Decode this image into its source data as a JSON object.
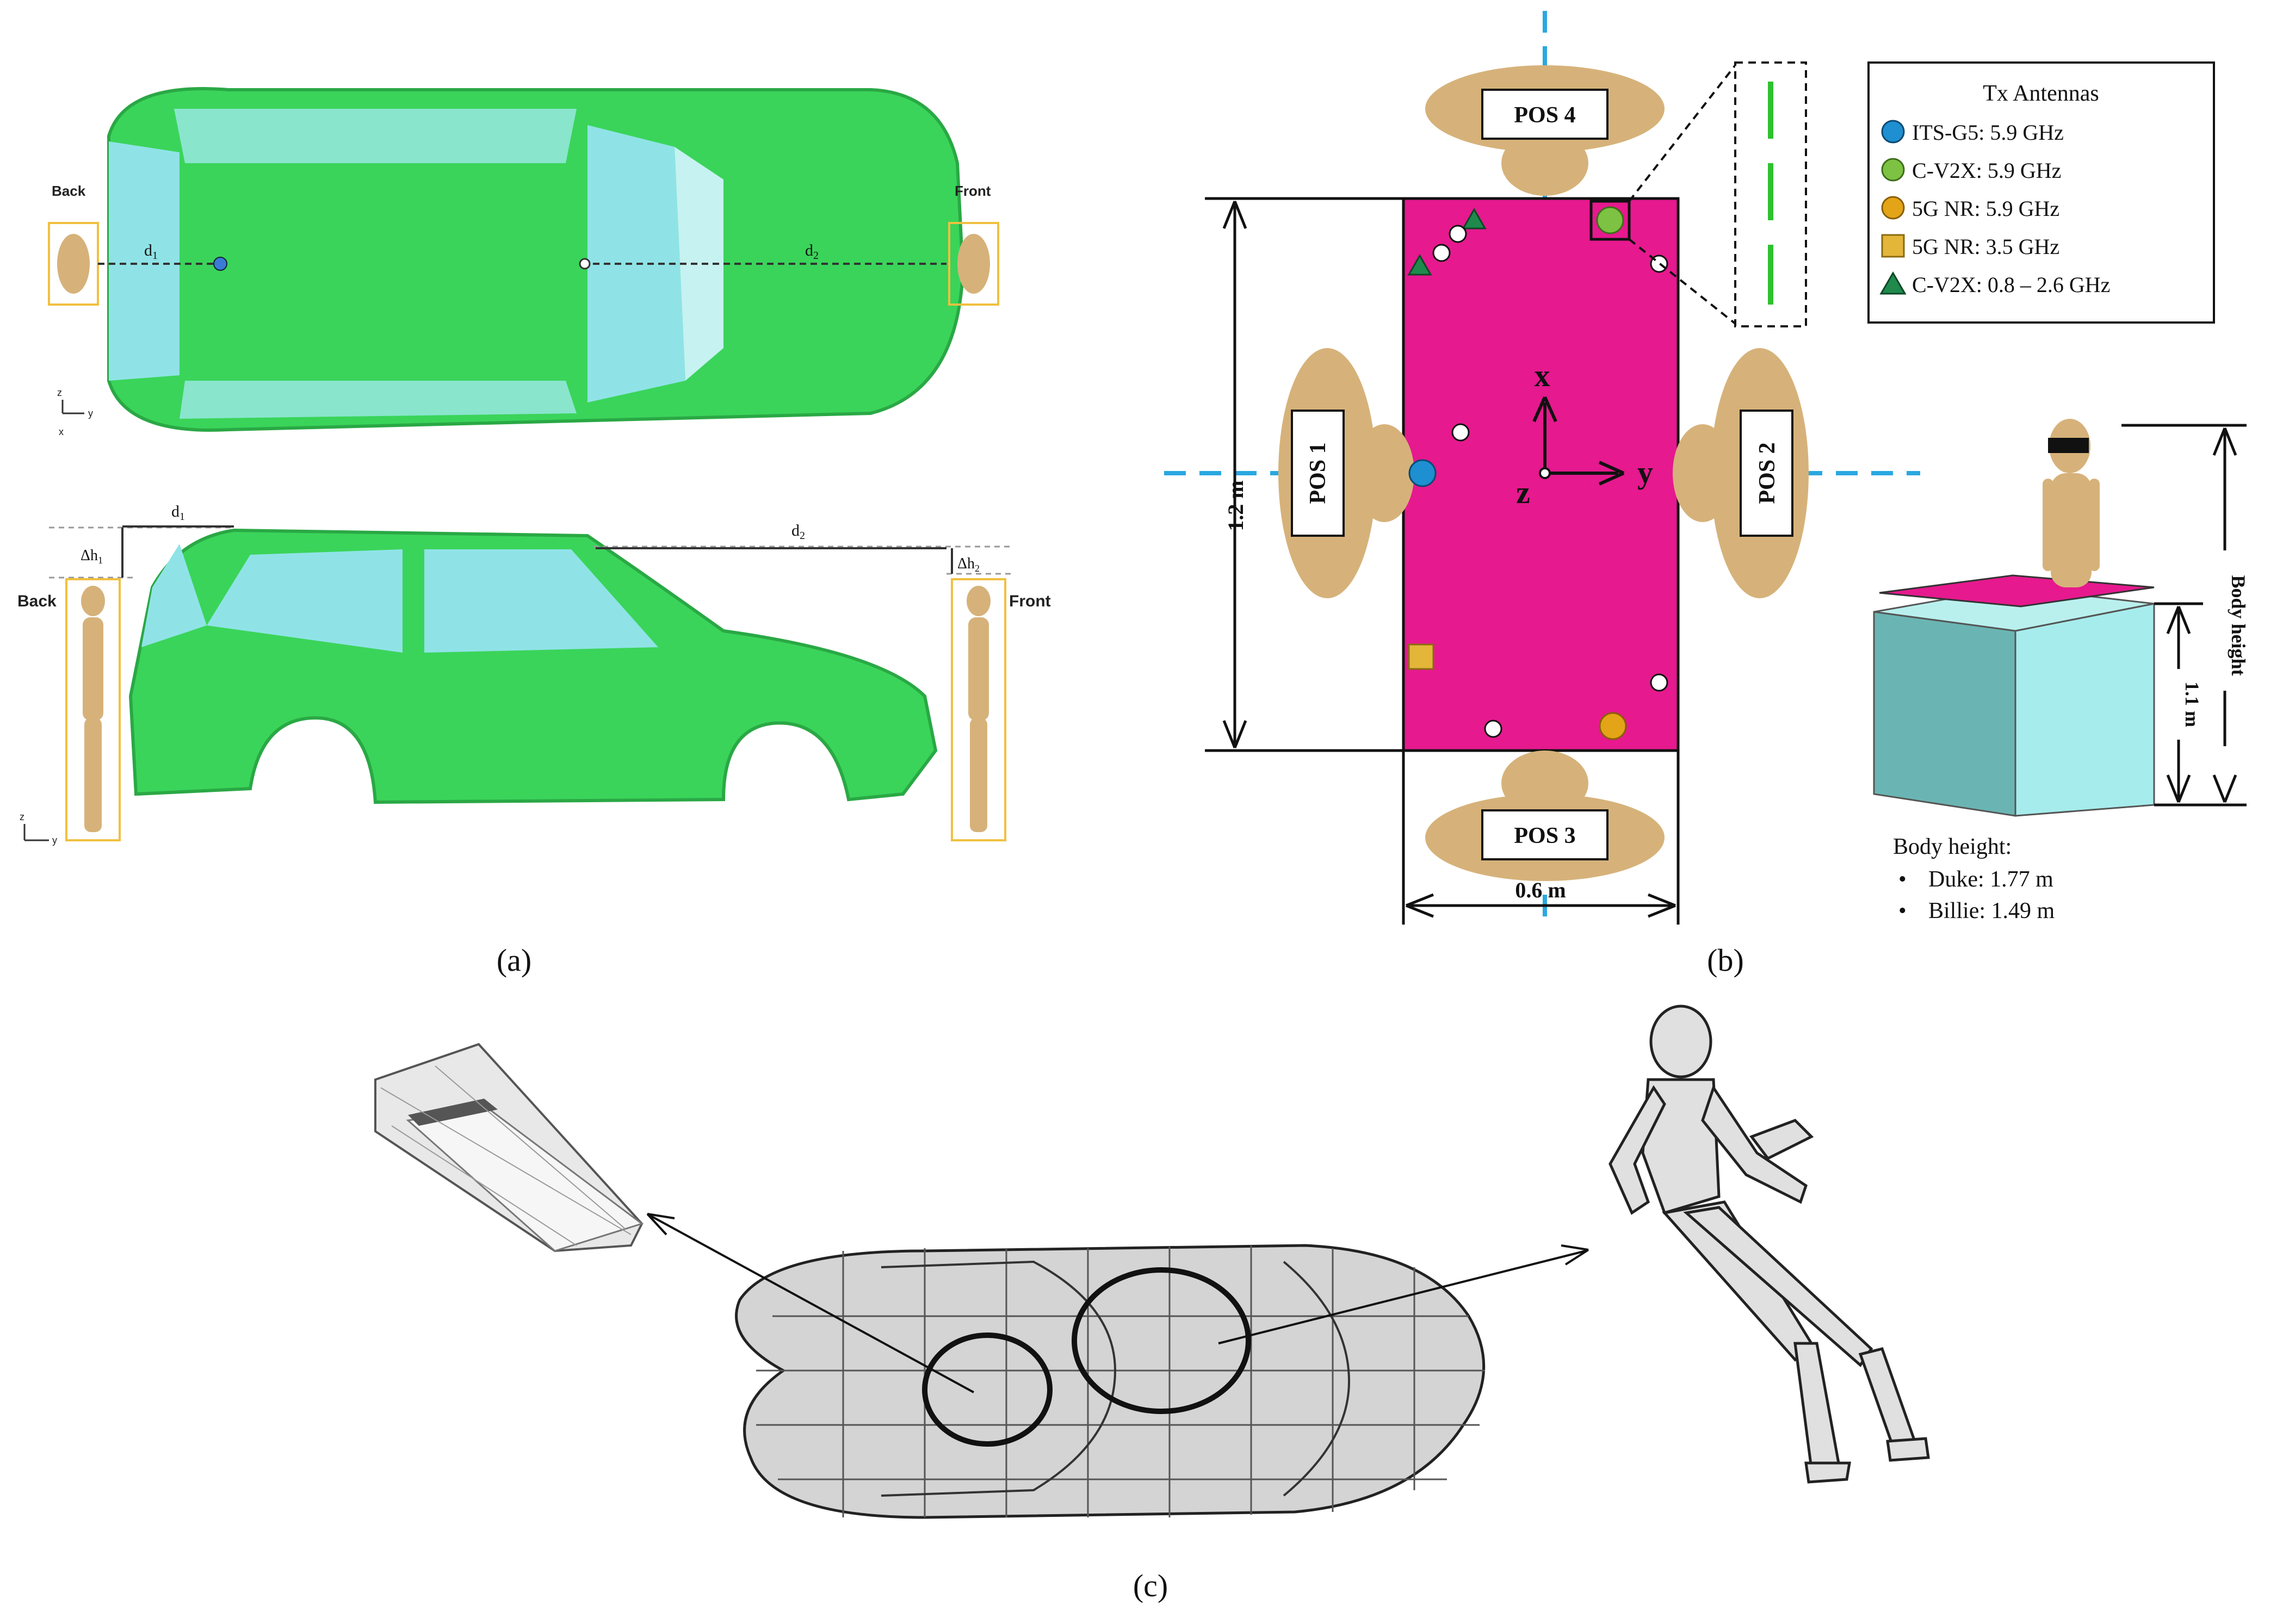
{
  "panel_a": {
    "caption": "(a)",
    "top_view": {
      "back_label": "Back",
      "front_label": "Front",
      "d1": "d",
      "d1_sub": "1",
      "d2": "d",
      "d2_sub": "2",
      "axis_z": "z",
      "axis_y": "y",
      "axis_x": "x"
    },
    "side_view": {
      "back_label": "Back",
      "front_label": "Front",
      "d1": "d",
      "d1_sub": "1",
      "d2": "d",
      "d2_sub": "2",
      "dh1": "Δh",
      "dh1_sub": "1",
      "dh2": "Δh",
      "dh2_sub": "2",
      "axis_z": "z",
      "axis_y": "y"
    }
  },
  "panel_b": {
    "caption": "(b)",
    "positions": [
      "POS 1",
      "POS 2",
      "POS 3",
      "POS 4"
    ],
    "axes": {
      "x": "x",
      "y": "y",
      "z": "z"
    },
    "dim_length": "1.2 m",
    "dim_width": "0.6 m",
    "dim_table_height": "1.1 m",
    "body_height_label": "Body height",
    "legend": {
      "title": "Tx Antennas",
      "items": [
        {
          "label": "ITS-G5: 5.9 GHz",
          "marker": "sphere",
          "color": "#1e8fd0"
        },
        {
          "label": "C-V2X: 5.9 GHz",
          "marker": "sphere",
          "color": "#7dc242"
        },
        {
          "label": "5G NR: 5.9 GHz",
          "marker": "sphere",
          "color": "#e3a417"
        },
        {
          "label": "5G NR: 3.5 GHz",
          "marker": "square",
          "color": "#e3b63a"
        },
        {
          "label": "C-V2X: 0.8 – 2.6 GHz",
          "marker": "triangle",
          "color": "#1f8a4c"
        }
      ]
    },
    "body_heights": {
      "title": "Body height:",
      "items": [
        "Duke: 1.77 m",
        "Billie: 1.49 m"
      ]
    }
  },
  "panel_c": {
    "caption": "(c)"
  },
  "colors": {
    "car": "#3ad45a",
    "glass": "#8fe3e6",
    "plate": "#e6198e",
    "dash": "#2aa8e0",
    "mannequin": "#d6b27a",
    "table": "#8fe0e0"
  }
}
